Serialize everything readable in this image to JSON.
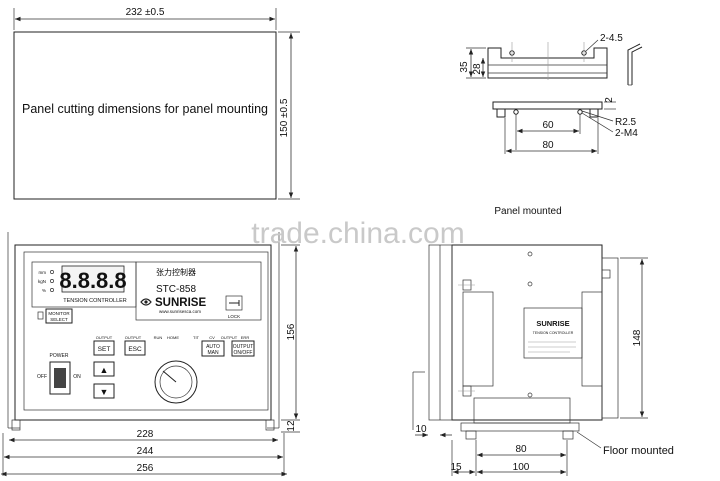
{
  "panel_cutout": {
    "width_dim": "232 ±0.5",
    "height_dim": "150 ±0.5",
    "caption": "Panel cutting dimensions for panel mounting"
  },
  "bracket": {
    "hole_label": "2-4.5",
    "height_outer": "35",
    "height_inner": "28",
    "thickness": "2",
    "radius_label": "R2.5",
    "thread_label": "2-M4",
    "hole_spacing": "60",
    "length": "80"
  },
  "front_view": {
    "brand_cn": "张力控制器",
    "model": "STC-858",
    "subtitle": "TENSION CONTROLLER",
    "brand": "SUNRISE",
    "website": "www.sunrisesca.com",
    "display_digits": "8.8.8.8",
    "units": [
      "mm",
      "kgN",
      "%"
    ],
    "indicators": [
      "OUTPUT",
      "OUTPUT",
      "RUN",
      "HOME",
      "TIT",
      "CV",
      "OUTPUT",
      "ERR"
    ],
    "buttons": {
      "set": "SET",
      "esc": "ESC",
      "auto": "AUTO",
      "man": "MAN",
      "output": "OUTPUT",
      "on_off": "ON/OFF",
      "monitor": "MONITOR",
      "select": "SELECT",
      "lock": "LOCK",
      "up": "▲",
      "down": "▼"
    },
    "power": {
      "label": "POWER",
      "off": "OFF",
      "on": "ON"
    },
    "dims": {
      "height": "156",
      "flange": "12",
      "inner_width": "228",
      "mid_width": "244",
      "outer_width": "256"
    }
  },
  "side_view": {
    "caption_top": "Panel mounted",
    "caption_bottom": "Floor mounted",
    "plate_brand": "SUNRISE",
    "plate_subtitle": "TENSION CONTROLLER",
    "dims": {
      "height": "148",
      "depth_offset": "10",
      "bracket_span": "80",
      "offset": "15",
      "depth": "100"
    }
  },
  "watermark": "trade.china.com"
}
